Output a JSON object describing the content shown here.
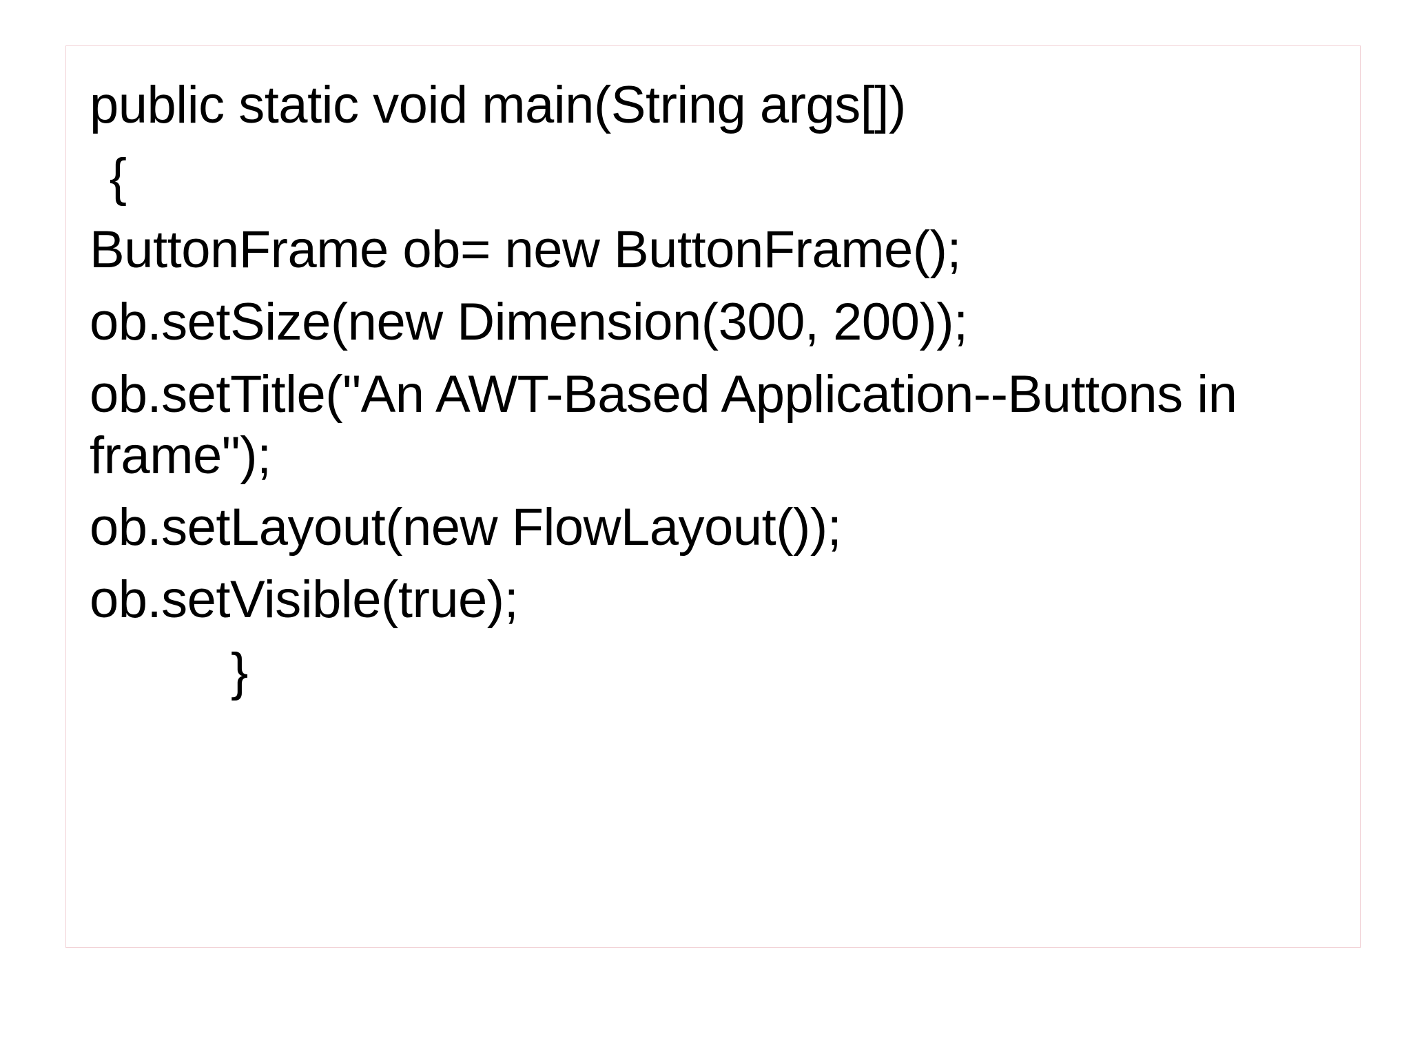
{
  "slide": {
    "background_color": "#ffffff",
    "border_color": "#f2d2d6",
    "text_color": "#000000"
  },
  "code": {
    "language": "java",
    "lines": [
      {
        "text": "public static void main(String args[])",
        "indent": 0
      },
      {
        "text": " {",
        "indent": 0
      },
      {
        "text": "ButtonFrame ob= new ButtonFrame();",
        "indent": 0
      },
      {
        "text": "ob.setSize(new Dimension(300, 200));",
        "indent": 0
      },
      {
        "text": "ob.setTitle(\"An AWT-Based Application--Buttons in frame\");",
        "indent": 0
      },
      {
        "text": "ob.setLayout(new FlowLayout());",
        "indent": 0
      },
      {
        "text": "ob.setVisible(true);",
        "indent": 0
      },
      {
        "text": "}",
        "indent": 2
      }
    ]
  }
}
